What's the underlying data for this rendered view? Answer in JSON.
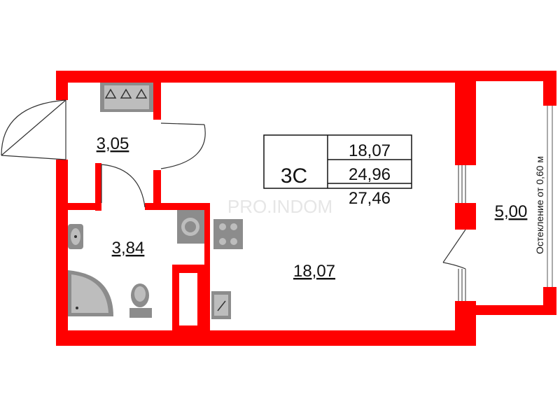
{
  "plan": {
    "unit_type": "3С",
    "areas": {
      "living": "18,07",
      "total": "24,96",
      "total_with_balcony": "27,46"
    },
    "rooms": {
      "hallway": "3,05",
      "bathroom": "3,84",
      "living_room": "18,07",
      "balcony": "5,00"
    },
    "balcony_note": "Остекление от 0,60 м",
    "watermark": "PRO.INDOM"
  },
  "colors": {
    "wall": "#ff0000",
    "fixture": "#8c8c8c",
    "fixture_light": "#bdbdbd",
    "text": "#111111",
    "background": "#ffffff"
  }
}
